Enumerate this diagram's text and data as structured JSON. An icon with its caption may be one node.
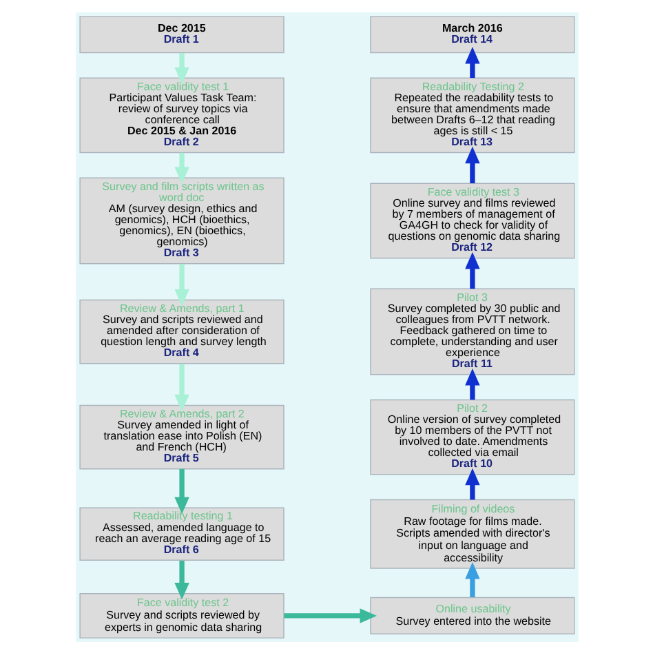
{
  "diagram": {
    "nodes": [
      {
        "text": [
          "Dec 2015",
          "Draft 1"
        ]
      },
      {
        "text": [
          "Face validity test 1",
          "Participant Values Task Team: review of survey topics via conference call",
          "Dec 2015 & Jan 2016",
          "Draft 2"
        ]
      },
      {
        "text": [
          "Survey and film scripts written as word doc",
          "AM (survey design, ethics and genomics), HCH (bioethics, genomics), EN (bioethics, genomics)",
          "Draft 3"
        ]
      },
      {
        "text": [
          "Review & Amends, part 1",
          "Survey and scripts reviewed and amended after consideration of question length and survey length",
          "Draft 4"
        ]
      },
      {
        "text": [
          "Review & Amends, part 2",
          "Survey amended in light of translation ease into Polish (EN) and French (HCH)",
          "Draft 5"
        ]
      },
      {
        "text": [
          "Readability testing 1",
          "Assessed, amended language to reach an average reading age of 15",
          "Draft 6"
        ]
      },
      {
        "text": [
          "Face validity test 2",
          "Survey and scripts reviewed by experts in genomic data sharing"
        ]
      },
      {
        "text": [
          "Online usability",
          "Survey entered into the website"
        ]
      },
      {
        "text": [
          "Filming of videos",
          "Raw footage for films made. Scripts amended with director's input on language and accessibility"
        ]
      },
      {
        "text": [
          "Pilot 2",
          "Online version of survey completed by 10 members of the PVTT not involved to date. Amendments collected via email",
          "Draft 10"
        ]
      },
      {
        "text": [
          "Pilot 3",
          "Survey completed by 30 public and colleagues from PVTT network. Feedback gathered on time to complete, understanding and user experience",
          "Draft 11"
        ]
      },
      {
        "text": [
          "Face validity test 3",
          "Online survey and films reviewed by 7 members of management of GA4GH to check for validity of questions on genomic data sharing",
          "Draft 12"
        ]
      },
      {
        "text": [
          "Readability Testing 2",
          "Repeated the readability tests to ensure that amendments made between Drafts 6–12 that reading ages is still < 15",
          "Draft 13"
        ]
      },
      {
        "text": [
          "March 2016",
          "Draft 14"
        ]
      }
    ],
    "edges": [
      {
        "from": 0,
        "to": 1,
        "arrow": "to",
        "color": "#a8f0d6"
      },
      {
        "from": 1,
        "to": 2,
        "arrow": "to",
        "color": "#a8f0d6"
      },
      {
        "from": 2,
        "to": 3,
        "arrow": "to",
        "color": "#a8f0d6"
      },
      {
        "from": 3,
        "to": 4,
        "arrow": "to",
        "color": "#a8f0d6"
      },
      {
        "from": 4,
        "to": 5,
        "arrow": "to",
        "color": "#3cb89a"
      },
      {
        "from": 5,
        "to": 6,
        "arrow": "to",
        "color": "#3cb89a"
      },
      {
        "from": 6,
        "to": 7,
        "arrow": "to",
        "color": "#3cb89a"
      },
      {
        "from": 7,
        "to": 8,
        "arrow": "to",
        "color": "#3a9fe0"
      },
      {
        "from": 8,
        "to": 9,
        "arrow": "to"
      },
      {
        "from": 9,
        "to": 10,
        "arrow": "to"
      },
      {
        "from": 10,
        "to": 11,
        "arrow": "to"
      },
      {
        "from": 11,
        "to": 12,
        "arrow": "to"
      },
      {
        "from": 12,
        "to": 13,
        "arrow": "to"
      }
    ]
  }
}
